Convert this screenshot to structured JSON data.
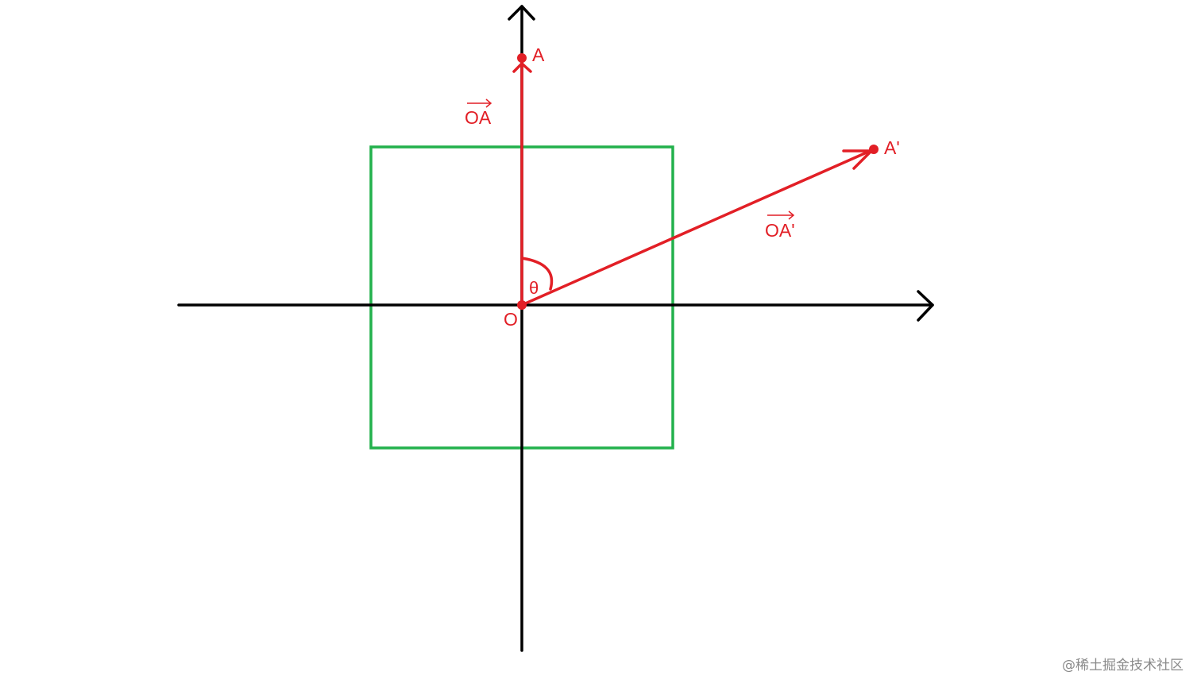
{
  "diagram": {
    "labels": {
      "point_a": "A",
      "point_a_prime": "A'",
      "origin": "O",
      "angle": "θ",
      "vector_oa": "OA",
      "vector_oa_prime": "OA'"
    },
    "colors": {
      "axis": "#000000",
      "vector": "#e21f26",
      "square": "#22b14c",
      "watermark": "#8a8a8a"
    }
  },
  "watermark": {
    "text": "@稀土掘金技术社区"
  }
}
